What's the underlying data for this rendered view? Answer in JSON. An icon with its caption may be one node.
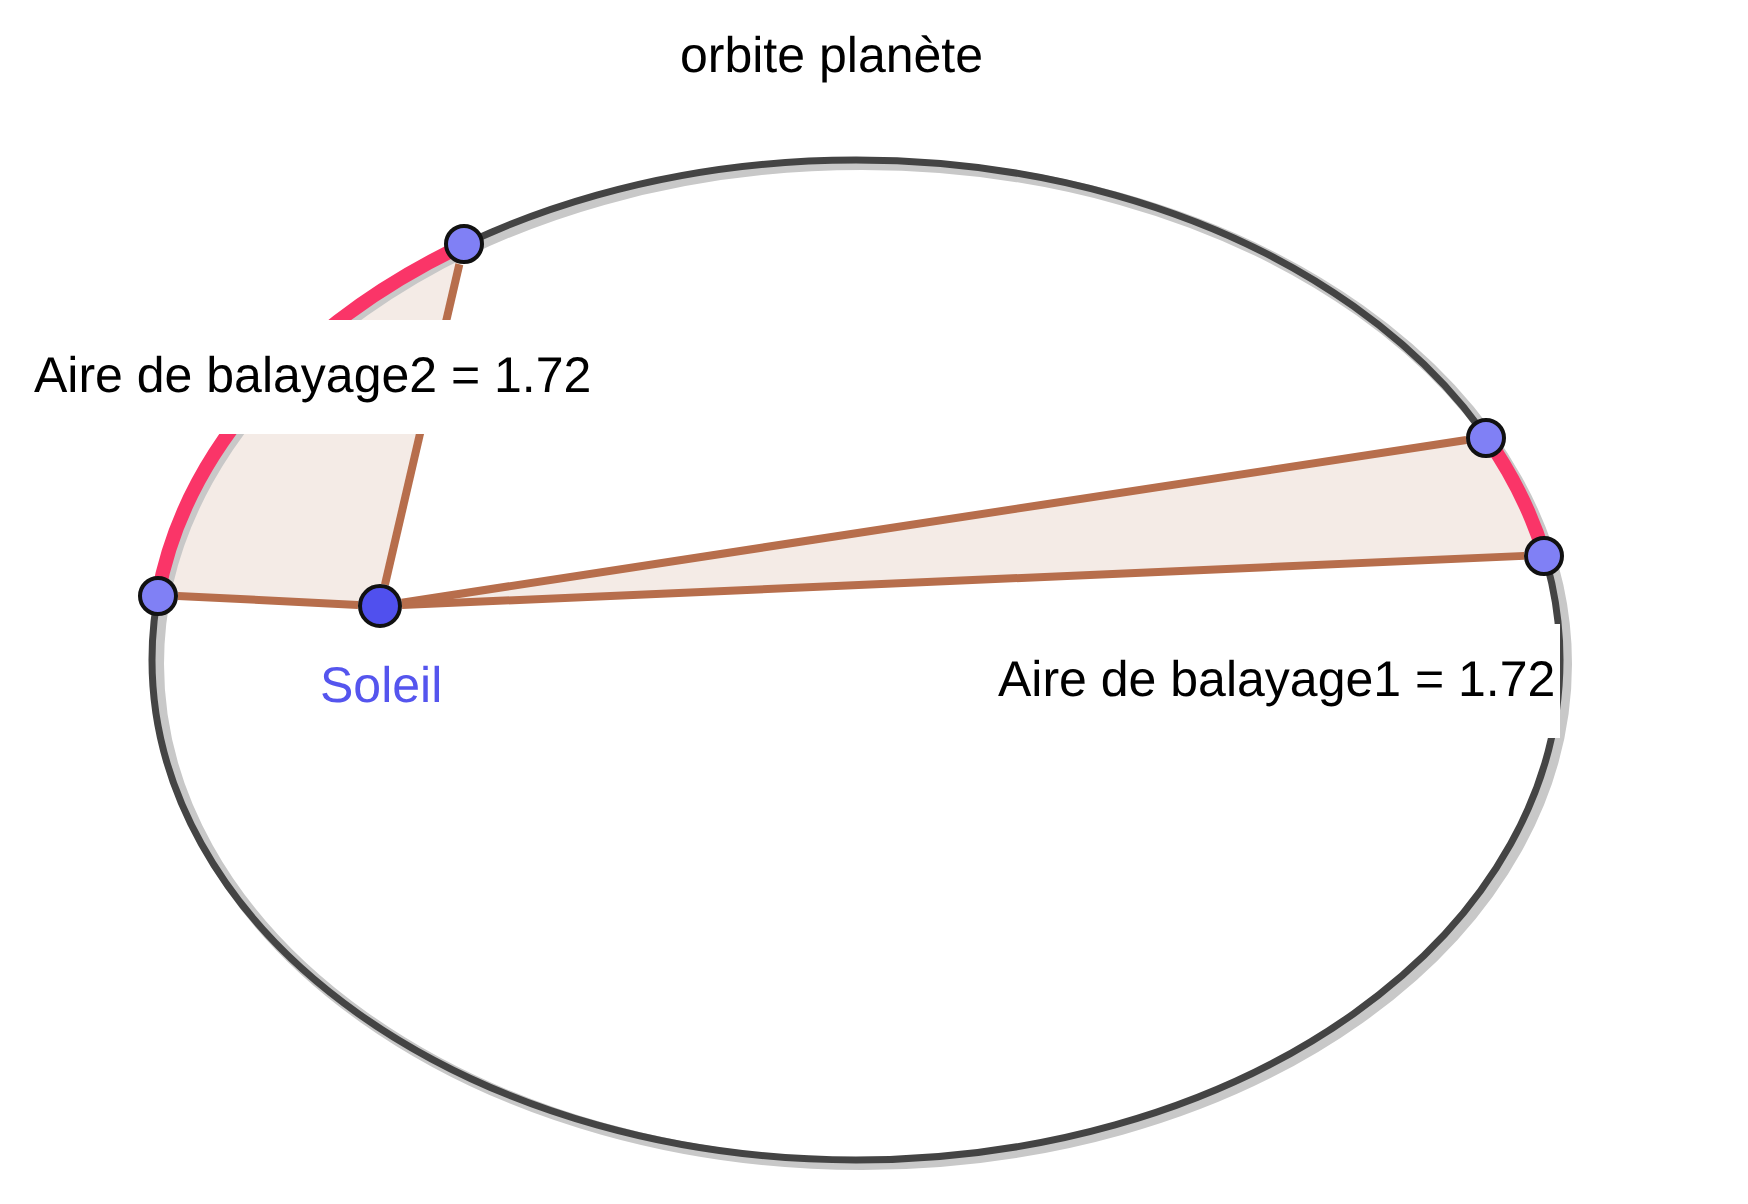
{
  "diagram": {
    "nodes": [
      {
        "text": [],
        "shape": "circle"
      },
      {
        "text": [],
        "shape": "circle"
      },
      {
        "text": [],
        "shape": "circle"
      },
      {
        "text": [],
        "shape": "circle"
      },
      {
        "text": [],
        "shape": "circle",
        "beside": [
          "Soleil"
        ]
      }
    ],
    "edges": [
      {
        "from": 4,
        "to": 0,
        "arrow": "none",
        "color": "#b76e4c"
      },
      {
        "from": 4,
        "to": 3,
        "arrow": "none",
        "color": "#b76e4c"
      },
      {
        "from": 4,
        "to": 1,
        "arrow": "none",
        "color": "#b76e4c"
      },
      {
        "from": 4,
        "to": 2,
        "arrow": "none",
        "color": "#b76e4c"
      }
    ],
    "labels": [
      "orbite planète",
      "Aire de balayage2 = 1.72",
      "Aire de balayage1 = 1.72"
    ]
  }
}
